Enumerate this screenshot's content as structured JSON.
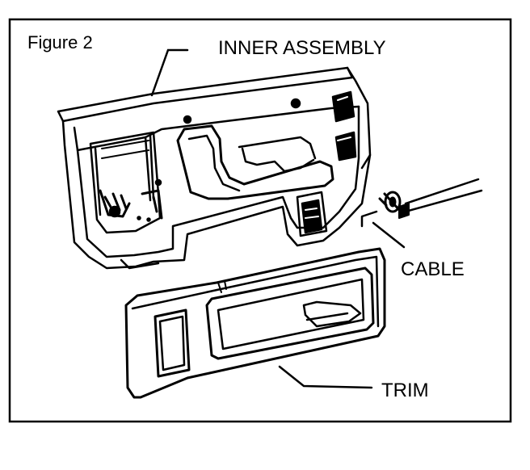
{
  "figure": {
    "title": "Figure 2",
    "labels": {
      "inner_assembly": "INNER ASSEMBLY",
      "cable": "CABLE",
      "trim": "TRIM"
    }
  },
  "colors": {
    "ink": "#000000",
    "paper": "#ffffff"
  }
}
